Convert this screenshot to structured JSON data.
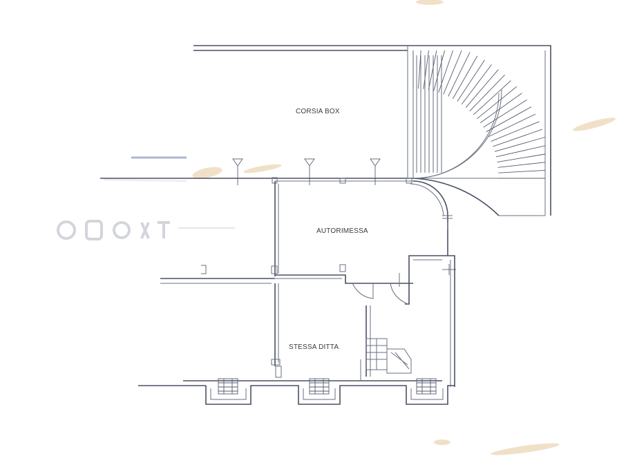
{
  "floor_plan": {
    "rooms": [
      {
        "id": "corsia-box",
        "label": "CORSIA BOX"
      },
      {
        "id": "autorimessa",
        "label": "AUTORIMESSA"
      },
      {
        "id": "stessa-ditta",
        "label": "STESSA DITTA"
      }
    ],
    "ramp_stripes": 26,
    "colors": {
      "wall": "#4a4f63",
      "stain": "#e6c79a",
      "watermark": "#c9cbd4"
    }
  }
}
